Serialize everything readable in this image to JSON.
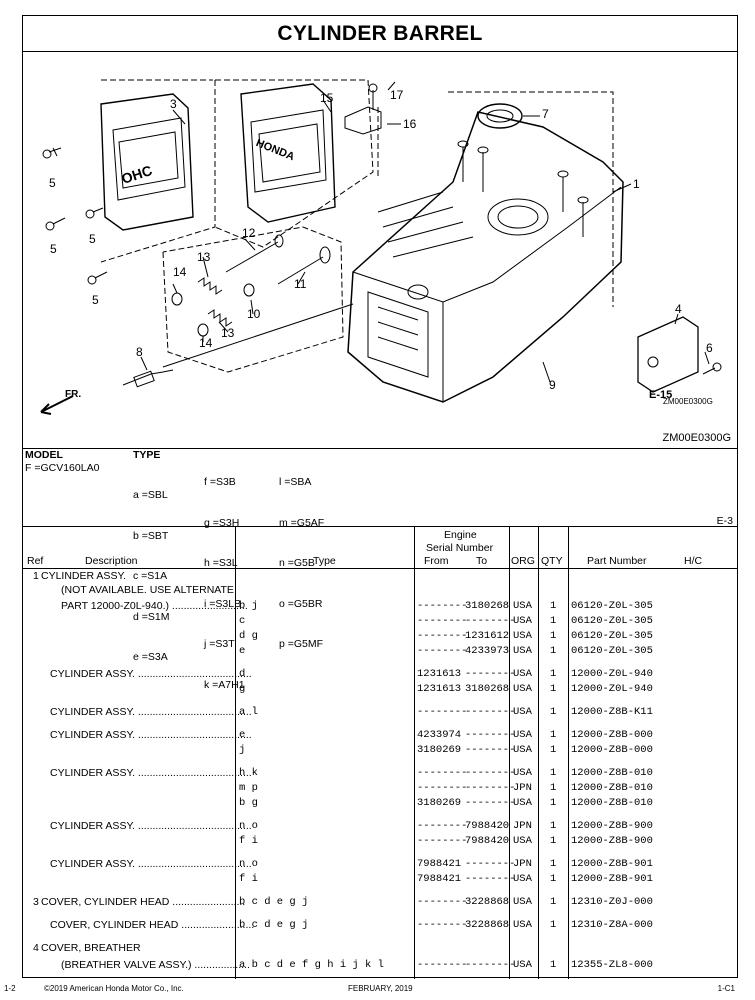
{
  "title": "CYLINDER BARREL",
  "diagram": {
    "callouts": [
      "1",
      "3",
      "4",
      "5",
      "5",
      "5",
      "5",
      "6",
      "7",
      "8",
      "9",
      "10",
      "11",
      "12",
      "13",
      "13",
      "14",
      "14",
      "15",
      "16",
      "17"
    ],
    "cover_text_left": "OHC",
    "cover_text_right": "HONDA",
    "fr_label": "FR.",
    "e15_label": "E-15",
    "code_small": "ZM00E0300G",
    "code_main": "ZM00E0300G"
  },
  "model": {
    "model_label": "MODEL",
    "type_label": "TYPE",
    "model_value": "F =GCV160LA0",
    "col1": [
      "a =SBL",
      "b =SBT",
      "c =S1A",
      "d =S1M",
      "e =S3A"
    ],
    "col2": [
      "f =S3B",
      "g =S3H",
      "h =S3L",
      "i =S3LB",
      "j =S3T",
      "k =A7H1"
    ],
    "col3": [
      "l =SBA",
      "m =G5AF",
      "n =G5B",
      "o =G5BR",
      "p =G5MF"
    ],
    "section_ref": "E-3"
  },
  "table": {
    "headers": {
      "ref": "Ref",
      "description": "Description",
      "type": "Type",
      "engine": "Engine",
      "serial": "Serial Number",
      "from": "From",
      "to": "To",
      "org": "ORG",
      "qty": "QTY",
      "part_number": "Part Number",
      "hc": "H/C"
    },
    "rows": [
      {
        "ref": "1",
        "desc": "CYLINDER ASSY.",
        "type": "",
        "from": "",
        "to": "",
        "org": "",
        "qty": "",
        "part": ""
      },
      {
        "ref": "",
        "desc": "(NOT AVAILABLE. USE ALTERNATE",
        "type": "",
        "from": "",
        "to": "",
        "org": "",
        "qty": "",
        "part": ""
      },
      {
        "ref": "",
        "desc": "PART 12000-Z0L-940.) ..........................",
        "type": "b j",
        "from": "--------",
        "to": "3180268",
        "org": "USA",
        "qty": "1",
        "part": "06120-Z0L-305"
      },
      {
        "ref": "",
        "desc": "",
        "type": "c",
        "from": "--------",
        "to": "--------",
        "org": "USA",
        "qty": "1",
        "part": "06120-Z0L-305"
      },
      {
        "ref": "",
        "desc": "",
        "type": "d g",
        "from": "--------",
        "to": "1231612",
        "org": "USA",
        "qty": "1",
        "part": "06120-Z0L-305"
      },
      {
        "ref": "",
        "desc": "",
        "type": "e",
        "from": "--------",
        "to": "4233973",
        "org": "USA",
        "qty": "1",
        "part": "06120-Z0L-305"
      },
      {
        "ref": "",
        "desc": "CYLINDER ASSY. .......................................",
        "type": "d",
        "from": "1231613",
        "to": "--------",
        "org": "USA",
        "qty": "1",
        "part": "12000-Z0L-940"
      },
      {
        "ref": "",
        "desc": "",
        "type": "g",
        "from": "1231613",
        "to": "3180268",
        "org": "USA",
        "qty": "1",
        "part": "12000-Z0L-940"
      },
      {
        "ref": "",
        "desc": "CYLINDER ASSY. .......................................",
        "type": "a l",
        "from": "--------",
        "to": "--------",
        "org": "USA",
        "qty": "1",
        "part": "12000-Z8B-K11"
      },
      {
        "ref": "",
        "desc": "CYLINDER ASSY. .......................................",
        "type": "e",
        "from": "4233974",
        "to": "--------",
        "org": "USA",
        "qty": "1",
        "part": "12000-Z8B-000"
      },
      {
        "ref": "",
        "desc": "",
        "type": "j",
        "from": "3180269",
        "to": "--------",
        "org": "USA",
        "qty": "1",
        "part": "12000-Z8B-000"
      },
      {
        "ref": "",
        "desc": "CYLINDER ASSY. .......................................",
        "type": "h k",
        "from": "--------",
        "to": "--------",
        "org": "USA",
        "qty": "1",
        "part": "12000-Z8B-010"
      },
      {
        "ref": "",
        "desc": "",
        "type": "m p",
        "from": "--------",
        "to": "--------",
        "org": "JPN",
        "qty": "1",
        "part": "12000-Z8B-010"
      },
      {
        "ref": "",
        "desc": "",
        "type": "b g",
        "from": "3180269",
        "to": "--------",
        "org": "USA",
        "qty": "1",
        "part": "12000-Z8B-010"
      },
      {
        "ref": "",
        "desc": "CYLINDER ASSY. .......................................",
        "type": "n o",
        "from": "--------",
        "to": "7988420",
        "org": "JPN",
        "qty": "1",
        "part": "12000-Z8B-900"
      },
      {
        "ref": "",
        "desc": "",
        "type": "f i",
        "from": "--------",
        "to": "7988420",
        "org": "USA",
        "qty": "1",
        "part": "12000-Z8B-900"
      },
      {
        "ref": "",
        "desc": "CYLINDER ASSY. .......................................",
        "type": "n o",
        "from": "7988421",
        "to": "--------",
        "org": "JPN",
        "qty": "1",
        "part": "12000-Z8B-901"
      },
      {
        "ref": "",
        "desc": "",
        "type": "f i",
        "from": "7988421",
        "to": "--------",
        "org": "USA",
        "qty": "1",
        "part": "12000-Z8B-901"
      },
      {
        "ref": "3",
        "desc": "COVER, CYLINDER HEAD .........................",
        "type": "b c d e g j",
        "from": "--------",
        "to": "3228868",
        "org": "USA",
        "qty": "1",
        "part": "12310-Z0J-000"
      },
      {
        "ref": "",
        "desc": "COVER, CYLINDER HEAD .........................",
        "type": "b c d e g j",
        "from": "--------",
        "to": "3228868",
        "org": "USA",
        "qty": "1",
        "part": "12310-Z8A-000"
      },
      {
        "ref": "4",
        "desc": "COVER, BREATHER",
        "type": "",
        "from": "",
        "to": "",
        "org": "",
        "qty": "",
        "part": ""
      },
      {
        "ref": "",
        "desc": "(BREATHER VALVE ASSY.) ...................",
        "type": "a b c d e f g h i j k l",
        "from": "--------",
        "to": "--------",
        "org": "USA",
        "qty": "1",
        "part": "12355-ZL8-000"
      }
    ]
  },
  "footer": {
    "page_left": "1-2",
    "copyright": "©2019  American Honda Motor Co., Inc.",
    "date": "FEBRUARY, 2019",
    "page_right": "1-C1"
  }
}
